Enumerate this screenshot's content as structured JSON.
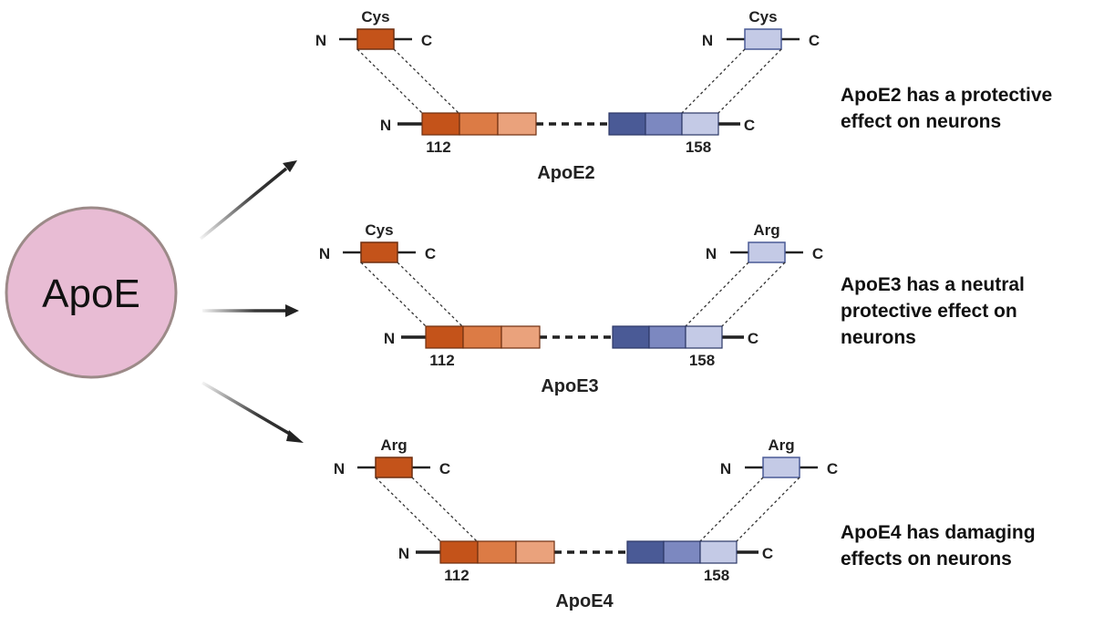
{
  "root": {
    "label": "ApoE"
  },
  "isoforms": [
    {
      "name": "ApoE2",
      "pos_left": "112",
      "pos_right": "158",
      "residue_left": "Cys",
      "residue_right": "Cys",
      "effect": "ApoE2 has a protective effect on neurons"
    },
    {
      "name": "ApoE3",
      "pos_left": "112",
      "pos_right": "158",
      "residue_left": "Cys",
      "residue_right": "Arg",
      "effect": "ApoE3 has a neutral protective effect on neurons"
    },
    {
      "name": "ApoE4",
      "pos_left": "112",
      "pos_right": "158",
      "residue_left": "Arg",
      "residue_right": "Arg",
      "effect": "ApoE4 has damaging effects on neurons"
    }
  ],
  "terminus": {
    "n": "N",
    "c": "C"
  },
  "colors": {
    "circle_fill": "#e8bcd4",
    "circle_stroke": "#9c8a88",
    "orange_dark": "#c4531a",
    "orange_mid": "#dc7b45",
    "orange_light": "#eaa27c",
    "blue_dark": "#4a5a96",
    "blue_mid": "#7c88c0",
    "blue_light": "#c4cae6"
  }
}
